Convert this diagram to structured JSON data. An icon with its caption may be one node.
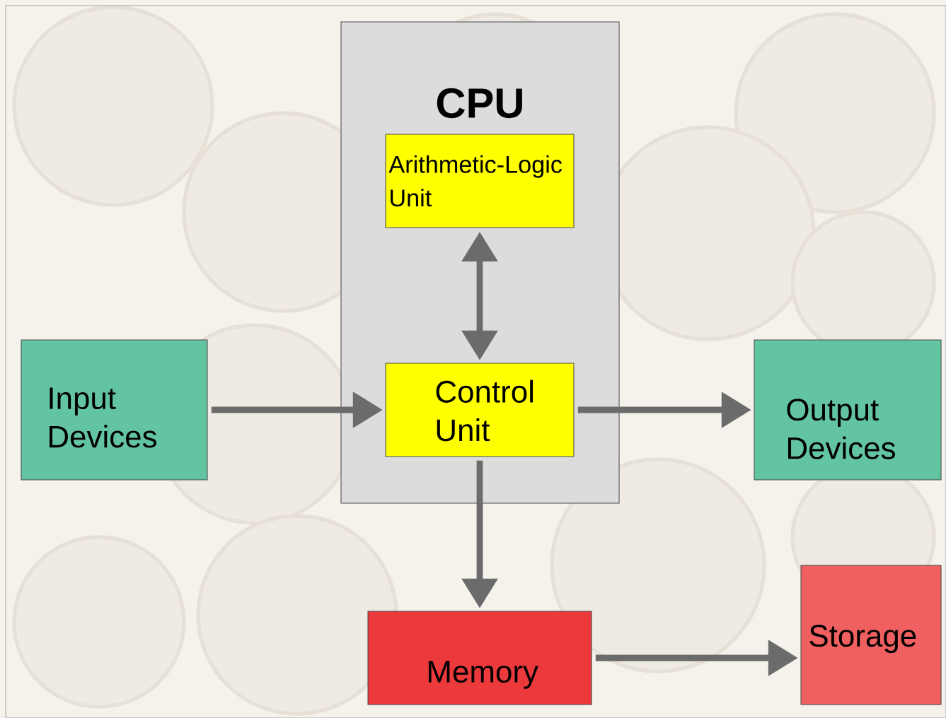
{
  "diagram": {
    "nodes": [
      {
        "text": [
          "CPU"
        ]
      },
      {
        "text": [
          "Arithmetic-Logic Unit"
        ],
        "in": 0
      },
      {
        "text": [
          "Control Unit"
        ],
        "in": 0
      },
      {
        "text": [
          "Input Devices"
        ]
      },
      {
        "text": [
          "Output Devices"
        ]
      },
      {
        "text": [
          "Memory"
        ]
      },
      {
        "text": [
          "Storage"
        ]
      }
    ],
    "edges": [
      {
        "from": 1,
        "to": 2,
        "arrow": "both"
      },
      {
        "from": 3,
        "to": 2,
        "arrow": "to"
      },
      {
        "from": 2,
        "to": 4,
        "arrow": "to"
      },
      {
        "from": 2,
        "to": 5,
        "arrow": "to"
      },
      {
        "from": 5,
        "to": 6,
        "arrow": "to"
      }
    ]
  }
}
